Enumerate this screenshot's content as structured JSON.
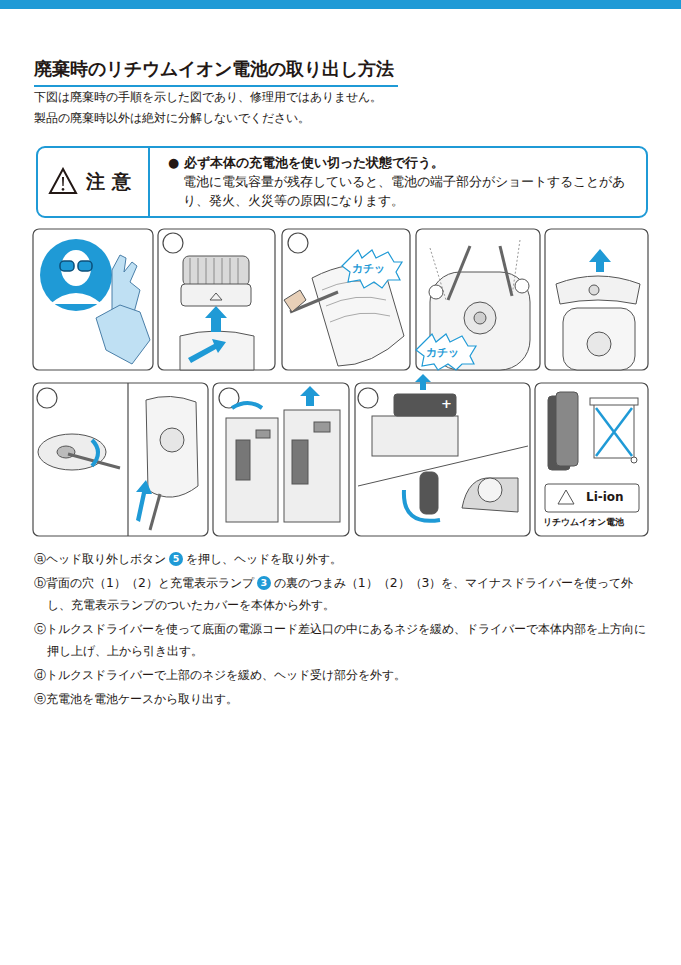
{
  "diagram": {
    "title": "廃棄時のリチウムイオン電池の取り出し方法",
    "nodes": [
      {
        "text": [
          "注 意",
          "● 必ず本体の充電池を使い切った状態で行う。",
          "電池に電気容量が残存していると、電池の端子部分がショートすることがあり、発火、火災等の原因になります。"
        ]
      }
    ],
    "labels": [
      "下図は廃棄時の手順を示した図であり、修理用ではありません。",
      "製品の廃棄時以外は絶対に分解しないでください。",
      "カチッ",
      "カチッ",
      "+",
      "Li-ion",
      "リチウムイオン電池",
      "ⓐヘッド取り外しボタン",
      "5",
      "を押し、ヘッドを取り外す。",
      "ⓑ背面の穴（1）（2）と充電表示ランプ",
      "3",
      "の裏のつまみ（1）（2）（3）を、マイナスドライバーを使って外し、充電表示ランプのついたカバーを本体から外す。",
      "ⓒトルクスドライバーを使って底面の電源コード差込口の中にあるネジを緩め、ドライバーで本体内部を上方向に押し上げ、上から引き出す。",
      "ⓓトルクスドライバーで上部のネジを緩め、ヘッド受け部分を外す。",
      "ⓔ充電池を電池ケースから取り出す。"
    ]
  }
}
